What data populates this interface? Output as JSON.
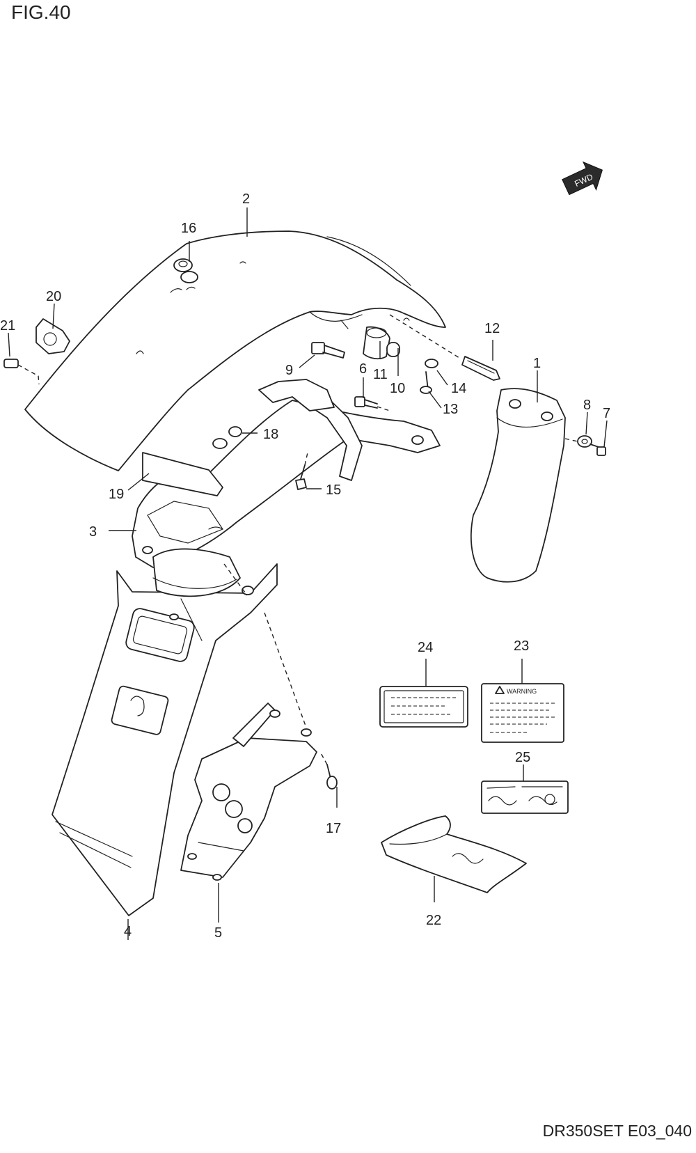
{
  "figure": {
    "title": "FIG.40",
    "code": "DR350SET E03_040",
    "direction_badge": "FWD",
    "warning_label_text": "WARNING"
  },
  "callouts": [
    {
      "id": "label-1",
      "text": "1"
    },
    {
      "id": "label-2",
      "text": "2"
    },
    {
      "id": "label-3",
      "text": "3"
    },
    {
      "id": "label-4",
      "text": "4"
    },
    {
      "id": "label-5",
      "text": "5"
    },
    {
      "id": "label-6",
      "text": "6"
    },
    {
      "id": "label-7",
      "text": "7"
    },
    {
      "id": "label-8",
      "text": "8"
    },
    {
      "id": "label-9",
      "text": "9"
    },
    {
      "id": "label-10",
      "text": "10"
    },
    {
      "id": "label-11",
      "text": "11"
    },
    {
      "id": "label-12",
      "text": "12"
    },
    {
      "id": "label-13",
      "text": "13"
    },
    {
      "id": "label-14",
      "text": "14"
    },
    {
      "id": "label-15",
      "text": "15"
    },
    {
      "id": "label-16",
      "text": "16"
    },
    {
      "id": "label-17",
      "text": "17"
    },
    {
      "id": "label-18",
      "text": "18"
    },
    {
      "id": "label-19",
      "text": "19"
    },
    {
      "id": "label-20",
      "text": "20"
    },
    {
      "id": "label-21",
      "text": "21"
    },
    {
      "id": "label-22",
      "text": "22"
    },
    {
      "id": "label-23",
      "text": "23"
    },
    {
      "id": "label-24",
      "text": "24"
    },
    {
      "id": "label-25",
      "text": "25"
    }
  ]
}
